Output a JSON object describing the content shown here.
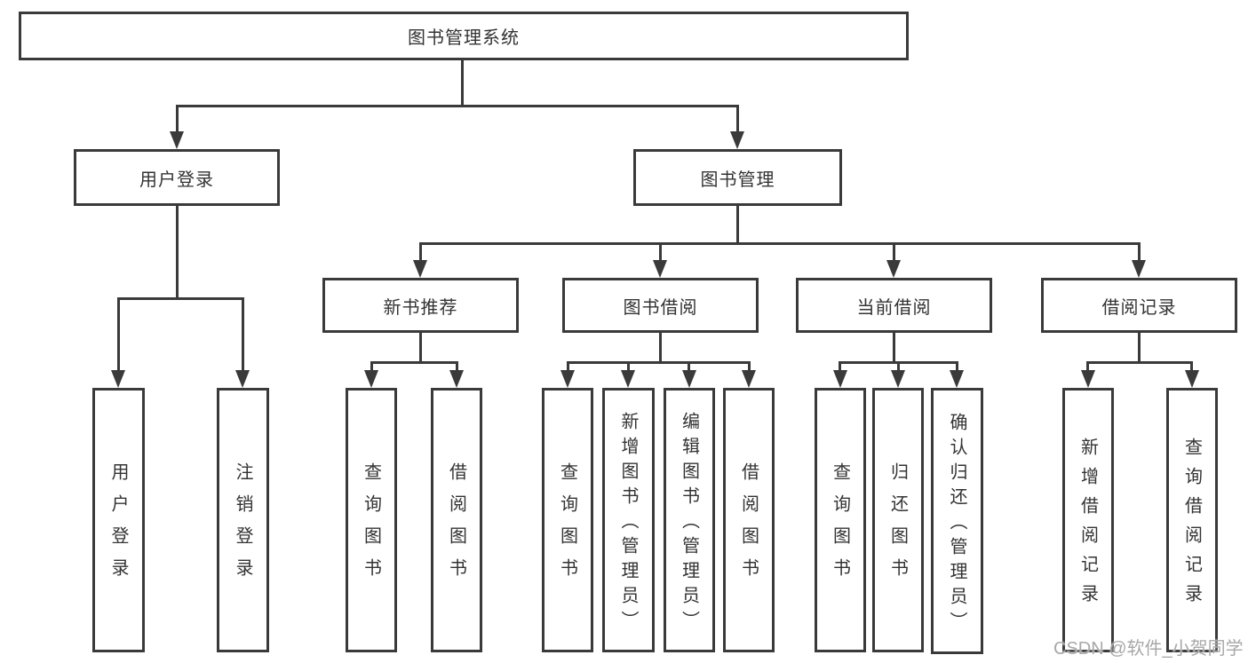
{
  "diagram": {
    "nodes": {
      "root": "图书管理系统",
      "user_login": "用户登录",
      "book_mgmt": "图书管理",
      "new_book_rec": "新书推荐",
      "book_borrow": "图书借阅",
      "current_borrow": "当前借阅",
      "borrow_record": "借阅记录",
      "ul_login": "用户登录",
      "ul_logout": "注销登录",
      "nb_query": "查询图书",
      "nb_borrow": "借阅图书",
      "bb_query": "查询图书",
      "bb_add": "新增图书（管理员）",
      "bb_edit": "编辑图书（管理员）",
      "bb_borrow": "借阅图书",
      "cb_query": "查询图书",
      "cb_return": "归还图书",
      "cb_confirm": "确认归还（管理员）",
      "br_add": "新增借阅记录",
      "br_query": "查询借阅记录"
    },
    "hierarchy": {
      "图书管理系统": {
        "用户登录": [
          "用户登录",
          "注销登录"
        ],
        "图书管理": {
          "新书推荐": [
            "查询图书",
            "借阅图书"
          ],
          "图书借阅": [
            "查询图书",
            "新增图书（管理员）",
            "编辑图书（管理员）",
            "借阅图书"
          ],
          "当前借阅": [
            "查询图书",
            "归还图书",
            "确认归还（管理员）"
          ],
          "借阅记录": [
            "新增借阅记录",
            "查询借阅记录"
          ]
        }
      }
    },
    "watermark": "CSDN @软件_小贺同学",
    "colors": {
      "line": "#3a3a3a",
      "text": "#333333",
      "watermark_text": "#a8a8a8",
      "background": "#ffffff"
    }
  }
}
